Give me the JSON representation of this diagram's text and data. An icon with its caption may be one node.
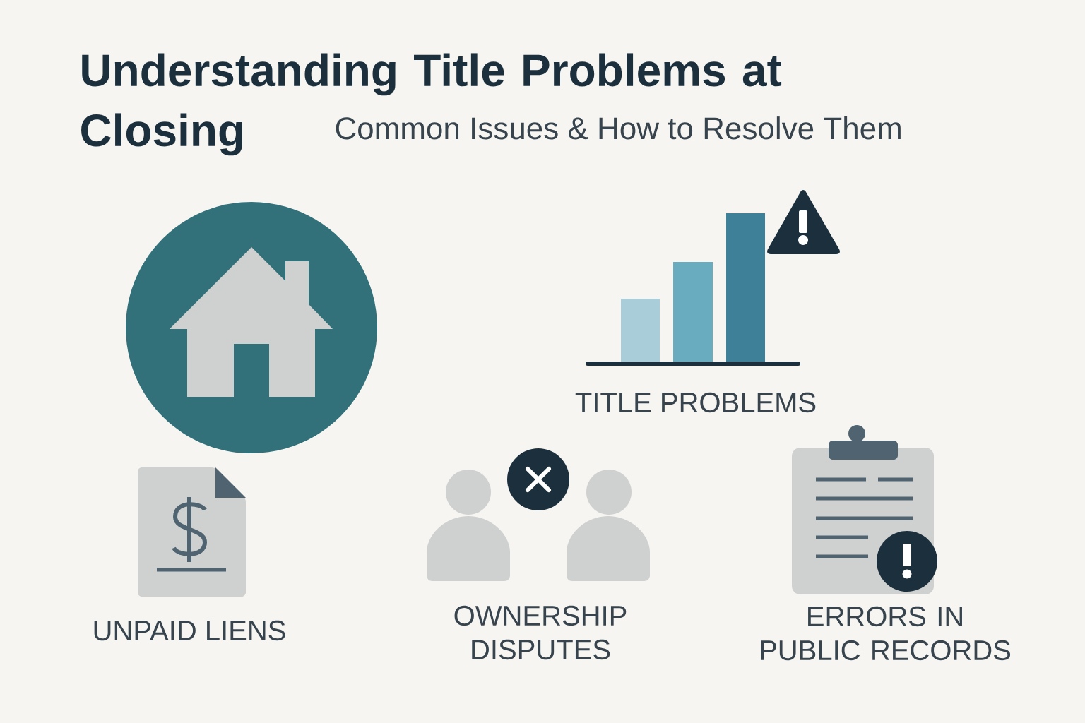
{
  "diagram": {
    "title": "Understanding Title Problems at Closing",
    "labels": [
      "Common Issues & How to Resolve Them",
      "TITLE PROBLEMS",
      "UNPAID LIENS",
      "OWNERSHIP DISPUTES",
      "ERRORS IN PUBLIC RECORDS"
    ]
  }
}
